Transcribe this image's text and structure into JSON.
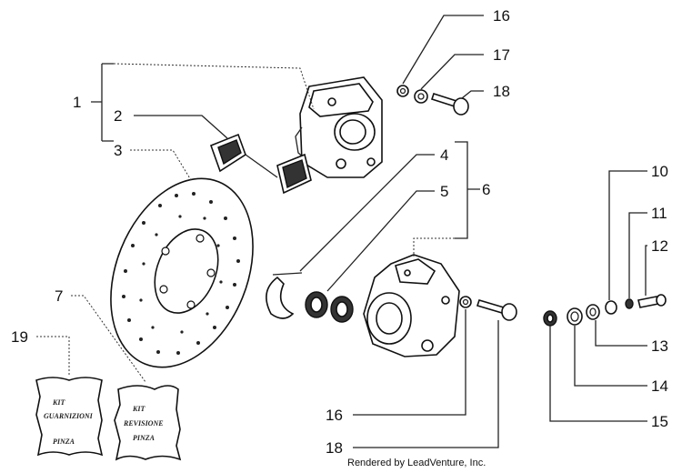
{
  "callouts": {
    "c1": "1",
    "c2": "2",
    "c3": "3",
    "c4": "4",
    "c5": "5",
    "c6": "6",
    "c7": "7",
    "c10": "10",
    "c11": "11",
    "c12": "12",
    "c13": "13",
    "c14": "14",
    "c15": "15",
    "c16a": "16",
    "c16b": "16",
    "c17": "17",
    "c18a": "18",
    "c18b": "18",
    "c19": "19"
  },
  "kits": {
    "left": {
      "line1": "KIT",
      "line2": "GUARNIZIONI",
      "line3": "PINZA"
    },
    "right": {
      "line1": "KIT",
      "line2": "REVISIONE",
      "line3": "PINZA"
    }
  },
  "credit": "Rendered by LeadVenture, Inc."
}
